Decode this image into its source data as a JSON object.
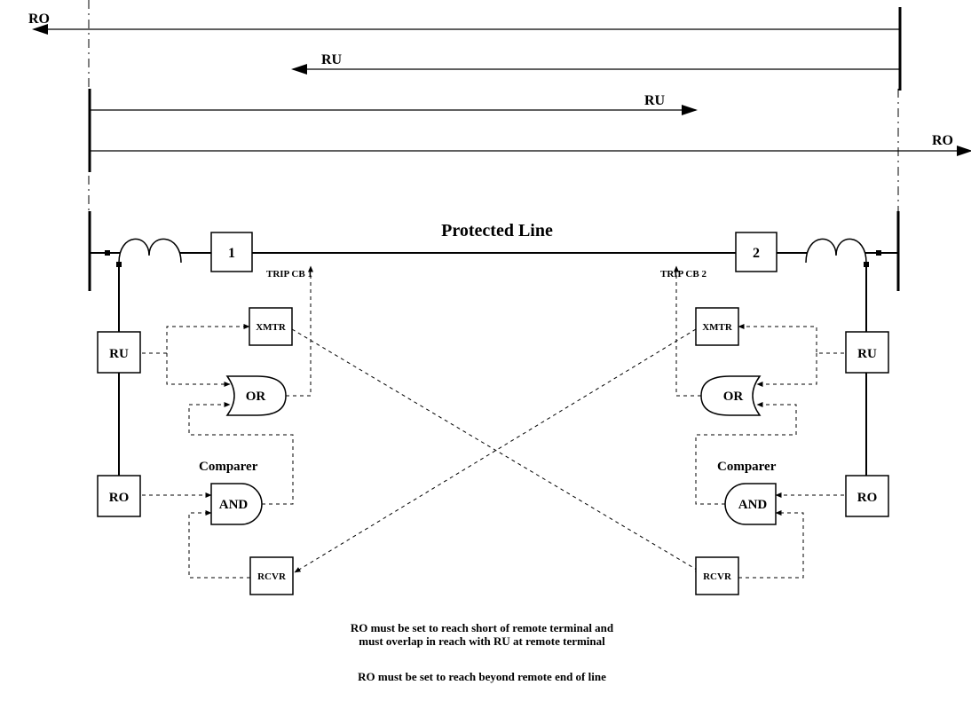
{
  "reach_arrows": {
    "ro_left": "RO",
    "ru_left": "RU",
    "ru_right": "RU",
    "ro_right": "RO"
  },
  "line_title": "Protected Line",
  "breakers": {
    "cb1": "1",
    "cb2": "2"
  },
  "trip_labels": {
    "left": "TRIP CB 1",
    "right": "TRIP CB 2"
  },
  "left_terminal": {
    "ru": "RU",
    "ro": "RO",
    "xmtr": "XMTR",
    "rcvr": "RCVR",
    "or_gate": "OR",
    "and_gate": "AND",
    "comparer": "Comparer"
  },
  "right_terminal": {
    "ru": "RU",
    "ro": "RO",
    "xmtr": "XMTR",
    "rcvr": "RCVR",
    "or_gate": "OR",
    "and_gate": "AND",
    "comparer": "Comparer"
  },
  "notes": {
    "line1": "RO must be set to reach short of remote terminal and",
    "line2": "must overlap in reach with RU at remote terminal",
    "line3": "RO must be set to reach beyond remote end of line"
  }
}
